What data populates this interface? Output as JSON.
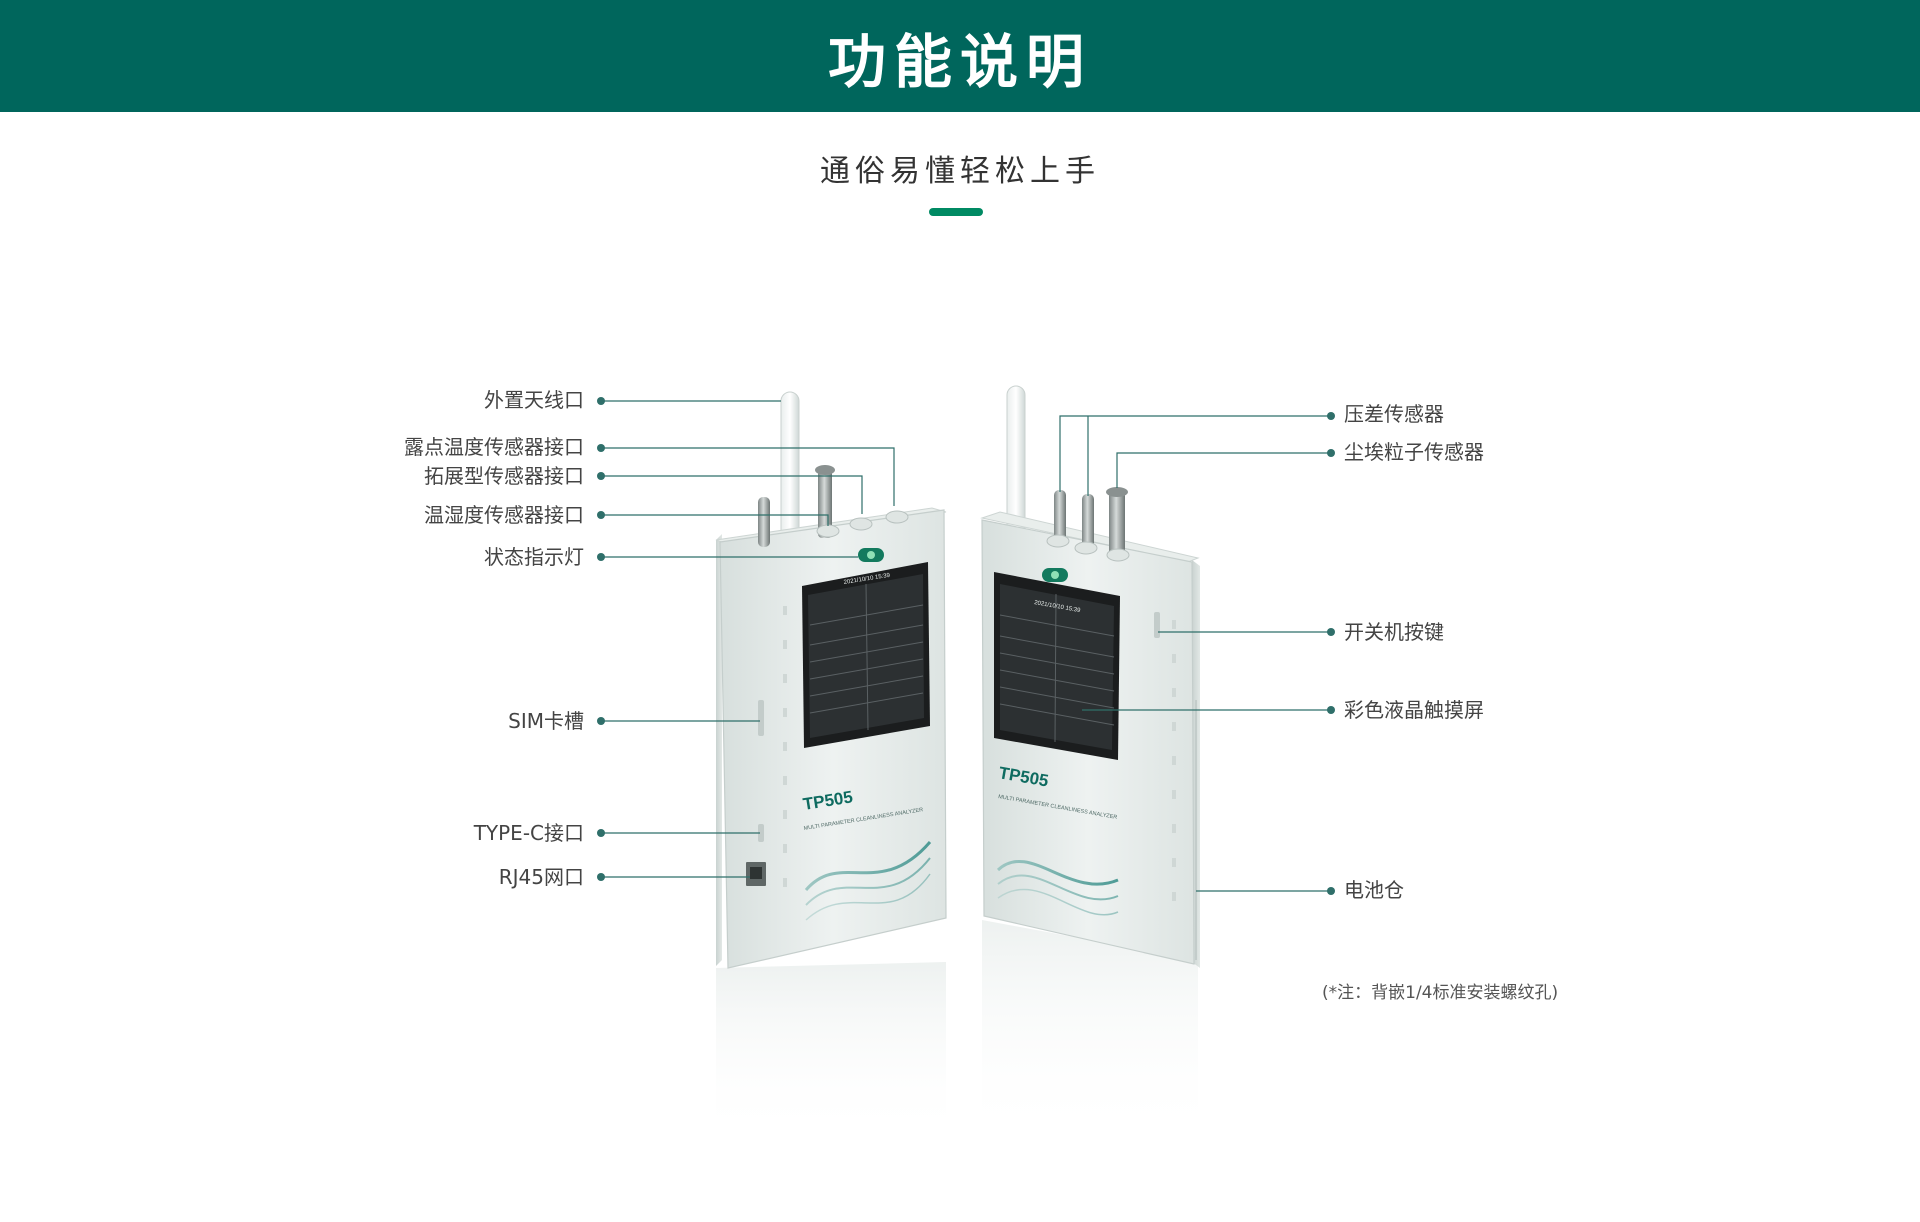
{
  "header": {
    "title": "功能说明",
    "subtitle": "通俗易懂轻松上手"
  },
  "device": {
    "model": "TP505",
    "model_caption": "MULTI PARAMETER CLEANLINESS ANALYZER",
    "screen_datetime": "2021/10/10 15:39"
  },
  "callouts_left": [
    "外置天线口",
    "露点温度传感器接口",
    "拓展型传感器接口",
    "温湿度传感器接口",
    "状态指示灯",
    "SIM卡槽",
    "TYPE-C接口",
    "RJ45网口"
  ],
  "callouts_right": [
    "压差传感器",
    "尘埃粒子传感器",
    "开关机按键",
    "彩色液晶触摸屏",
    "电池仓"
  ],
  "footnote": "(*注：背嵌1/4标准安装螺纹孔)",
  "colors": {
    "brand": "#00665c",
    "accent": "#008a63",
    "callout_line": "#2f6f6a",
    "device_body": "#e6ecea"
  }
}
